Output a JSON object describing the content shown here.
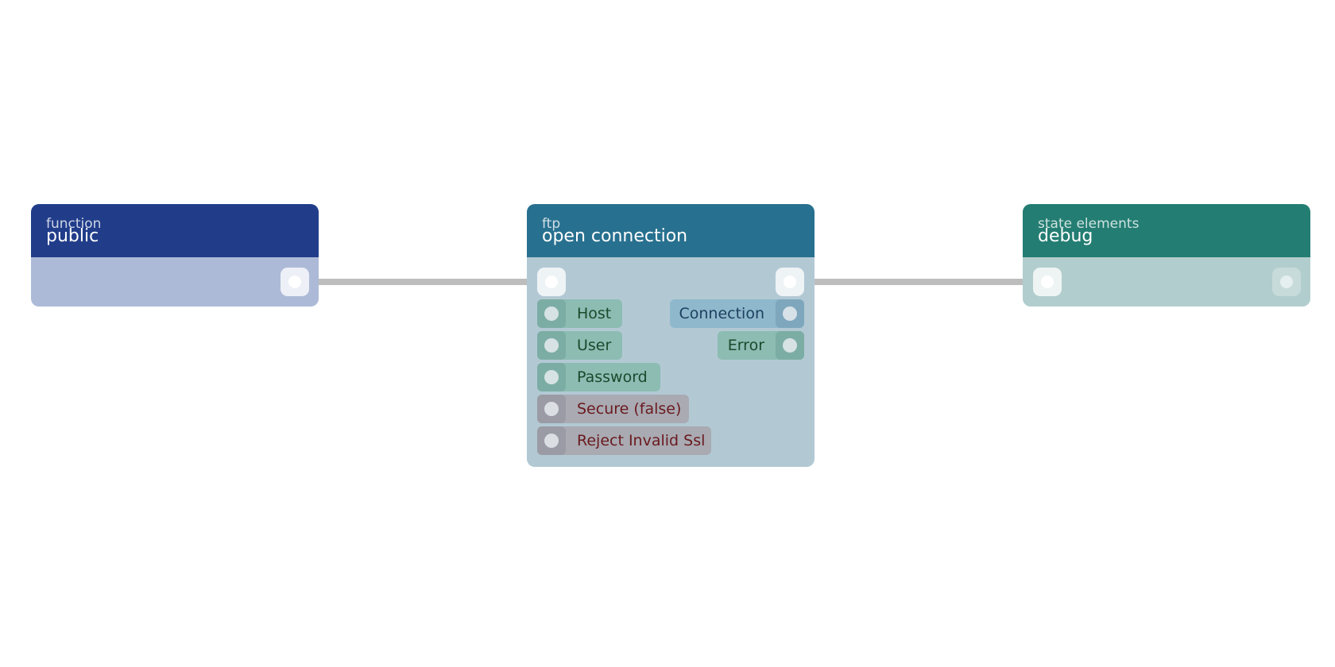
{
  "colors": {
    "background": "#ffffff",
    "wire": "#bdbdbd"
  },
  "nodes": {
    "public": {
      "category": "function",
      "title": "public",
      "header_color": "#213d8a",
      "body_color": "#adbad7"
    },
    "ftp": {
      "category": "ftp",
      "title": "open connection",
      "header_color": "#28708f",
      "body_color": "#b2c9d4",
      "inputs": [
        {
          "label": "Host",
          "kind": "green"
        },
        {
          "label": "User",
          "kind": "green"
        },
        {
          "label": "Password",
          "kind": "green"
        },
        {
          "label": "Secure (false)",
          "kind": "red"
        },
        {
          "label": "Reject Invalid Ssl",
          "kind": "red"
        }
      ],
      "outputs": [
        {
          "label": "Connection",
          "kind": "blue"
        },
        {
          "label": "Error",
          "kind": "green"
        }
      ]
    },
    "debug": {
      "category": "state elements",
      "title": "debug",
      "header_color": "#237d72",
      "body_color": "#b2cdcd"
    }
  }
}
